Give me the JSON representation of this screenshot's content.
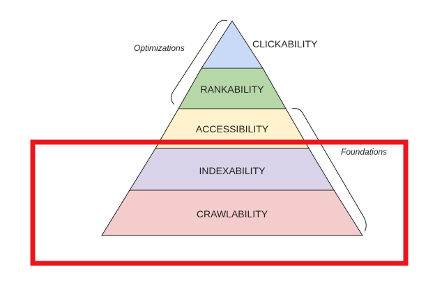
{
  "pyramid": {
    "tiers": [
      {
        "id": "clickability",
        "label": "CLICKABILITY",
        "fill": "#c9daf8"
      },
      {
        "id": "rankability",
        "label": "RANKABILITY",
        "fill": "#b6d7a8"
      },
      {
        "id": "accessibility",
        "label": "ACCESSIBILITY",
        "fill": "#fff2cc"
      },
      {
        "id": "indexability",
        "label": "INDEXABILITY",
        "fill": "#d9d2e9"
      },
      {
        "id": "crawlability",
        "label": "CRAWLABILITY",
        "fill": "#f4cccc"
      }
    ]
  },
  "brackets": {
    "optimizations": {
      "label": "Optimizations"
    },
    "foundations": {
      "label": "Foundations"
    }
  },
  "highlight": {
    "color": "#e8171d"
  }
}
